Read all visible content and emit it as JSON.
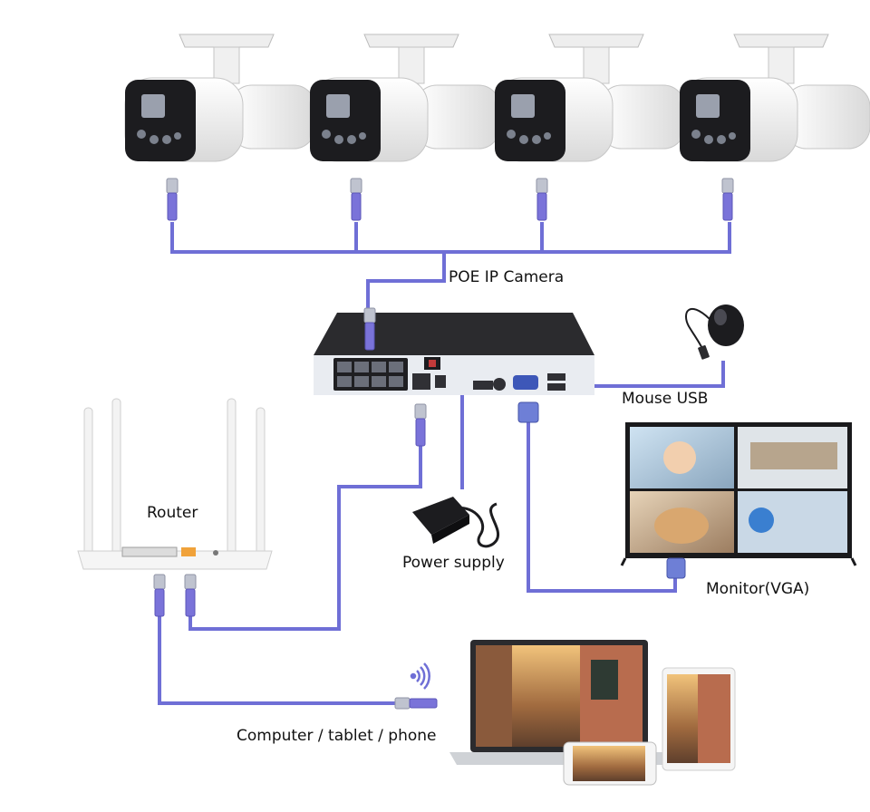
{
  "labels": {
    "poe_camera": "POE IP Camera",
    "mouse_usb": "Mouse USB",
    "router": "Router",
    "power_supply": "Power supply",
    "monitor": "Monitor(VGA)",
    "devices": "Computer / tablet / phone"
  },
  "colors": {
    "cable": "#6f6fd6",
    "connector": "#7a73d9",
    "nvr_body": "#2b2b2e",
    "nvr_front": "#e9ecf1",
    "camera_body": "#f2f2f2",
    "camera_face": "#1c1c1f"
  },
  "icons": [
    "camera-icon",
    "nvr-icon",
    "router-icon",
    "mouse-icon",
    "power-adapter-icon",
    "monitor-icon",
    "laptop-icon",
    "tablet-icon",
    "phone-icon",
    "wifi-icon"
  ]
}
